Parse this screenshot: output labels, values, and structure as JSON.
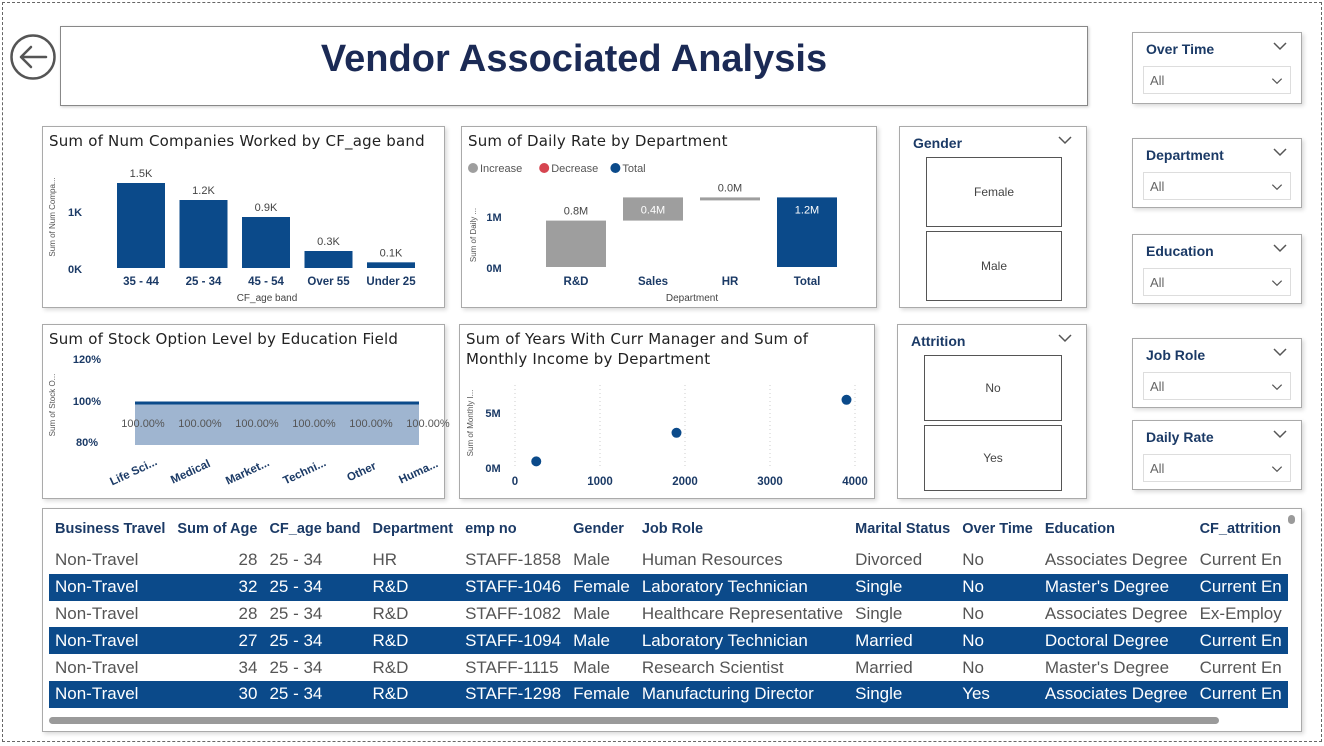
{
  "title": "Vendor Associated Analysis",
  "colors": {
    "primary": "#0b4a8a",
    "increase": "#9e9e9e",
    "decrease": "#d64550",
    "total": "#0b4a8a",
    "title": "#1b2a55"
  },
  "chart1": {
    "title": "Sum of Num Companies Worked by CF_age band",
    "chart_data": {
      "type": "bar",
      "categories": [
        "35 - 44",
        "25 - 34",
        "45 - 54",
        "Over 55",
        "Under 25"
      ],
      "values": [
        1500,
        1200,
        900,
        300,
        100
      ],
      "data_labels": [
        "1.5K",
        "1.2K",
        "0.9K",
        "0.3K",
        "0.1K"
      ],
      "xlabel": "CF_age band",
      "ylabel": "Sum of Num Compa...",
      "yticks": [
        "0K",
        "1K"
      ],
      "ylim": [
        0,
        1600
      ]
    }
  },
  "chart2": {
    "title": "Sum of Daily Rate by Department",
    "legend": [
      {
        "label": "Increase",
        "color": "#9e9e9e"
      },
      {
        "label": "Decrease",
        "color": "#d64550"
      },
      {
        "label": "Total",
        "color": "#0b4a8a"
      }
    ],
    "chart_data": {
      "type": "waterfall",
      "categories": [
        "R&D",
        "Sales",
        "HR",
        "Total"
      ],
      "values": [
        0.8,
        0.4,
        0.0,
        1.2
      ],
      "data_labels": [
        "0.8M",
        "0.4M",
        "0.0M",
        "1.2M"
      ],
      "xlabel": "Department",
      "ylabel": "Sum of Daily ...",
      "yticks": [
        "0M",
        "1M"
      ],
      "ylim": [
        0,
        1.3
      ]
    }
  },
  "chart3": {
    "title": "Sum of Stock Option Level by Education Field",
    "chart_data": {
      "type": "area",
      "categories": [
        "Life Sci...",
        "Medical",
        "Market...",
        "Techni...",
        "Other",
        "Huma..."
      ],
      "values": [
        100,
        100,
        100,
        100,
        100,
        100
      ],
      "data_labels": [
        "100.00%",
        "100.00%",
        "100.00%",
        "100.00%",
        "100.00%",
        "100.00%"
      ],
      "ylabel": "Sum of Stock O...",
      "yticks": [
        "80%",
        "100%",
        "120%"
      ],
      "ylim": [
        80,
        120
      ]
    }
  },
  "chart4": {
    "title_line1": "Sum of Years With Curr Manager and Sum of",
    "title_line2": "Monthly Income by Department",
    "chart_data": {
      "type": "scatter",
      "points": [
        {
          "x": 250,
          "y": 0.6
        },
        {
          "x": 1900,
          "y": 3.2
        },
        {
          "x": 3900,
          "y": 6.2
        }
      ],
      "ylabel": "Sum of Monthly I...",
      "xticks": [
        "0",
        "1000",
        "2000",
        "3000",
        "4000"
      ],
      "yticks": [
        "0M",
        "5M"
      ],
      "xlim": [
        0,
        4000
      ],
      "ylim": [
        0,
        7.5
      ]
    }
  },
  "gender": {
    "title": "Gender",
    "options": [
      "Female",
      "Male"
    ]
  },
  "attrition": {
    "title": "Attrition",
    "options": [
      "No",
      "Yes"
    ]
  },
  "slicers": [
    {
      "title": "Over Time",
      "value": "All"
    },
    {
      "title": "Department",
      "value": "All"
    },
    {
      "title": "Education",
      "value": "All"
    },
    {
      "title": "Job Role",
      "value": "All"
    },
    {
      "title": "Daily Rate",
      "value": "All"
    }
  ],
  "table": {
    "columns": [
      "Business Travel",
      "Sum of Age",
      "CF_age band",
      "Department",
      "emp no",
      "Gender",
      "Job Role",
      "Marital Status",
      "Over Time",
      "Education",
      "CF_attrition"
    ],
    "rows": [
      [
        "Non-Travel",
        "28",
        "25 - 34",
        "HR",
        "STAFF-1858",
        "Male",
        "Human Resources",
        "Divorced",
        "No",
        "Associates Degree",
        "Current En"
      ],
      [
        "Non-Travel",
        "32",
        "25 - 34",
        "R&D",
        "STAFF-1046",
        "Female",
        "Laboratory Technician",
        "Single",
        "No",
        "Master's Degree",
        "Current En"
      ],
      [
        "Non-Travel",
        "28",
        "25 - 34",
        "R&D",
        "STAFF-1082",
        "Male",
        "Healthcare Representative",
        "Single",
        "No",
        "Associates Degree",
        "Ex-Employ"
      ],
      [
        "Non-Travel",
        "27",
        "25 - 34",
        "R&D",
        "STAFF-1094",
        "Male",
        "Laboratory Technician",
        "Married",
        "No",
        "Doctoral Degree",
        "Current En"
      ],
      [
        "Non-Travel",
        "34",
        "25 - 34",
        "R&D",
        "STAFF-1115",
        "Male",
        "Research Scientist",
        "Married",
        "No",
        "Master's Degree",
        "Current En"
      ],
      [
        "Non-Travel",
        "30",
        "25 - 34",
        "R&D",
        "STAFF-1298",
        "Female",
        "Manufacturing Director",
        "Single",
        "Yes",
        "Associates Degree",
        "Current En"
      ]
    ]
  }
}
